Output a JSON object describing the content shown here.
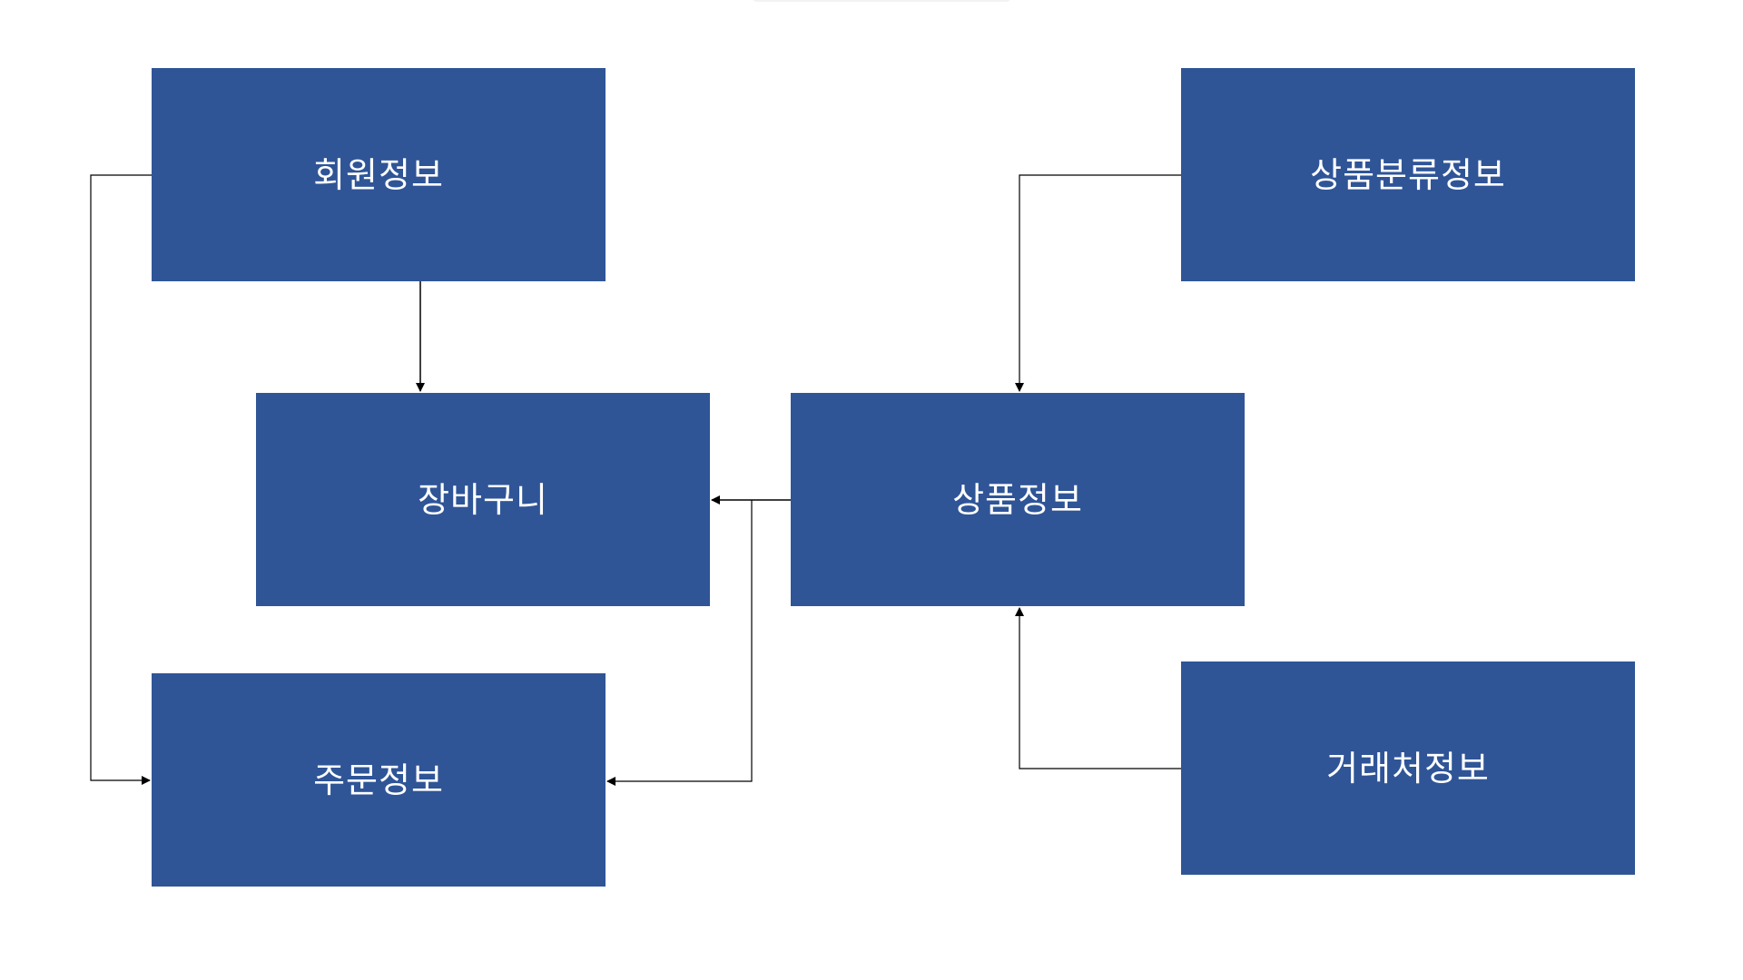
{
  "diagram": {
    "entities": {
      "member": {
        "label": "회원정보"
      },
      "cart": {
        "label": "장바구니"
      },
      "order": {
        "label": "주문정보"
      },
      "product": {
        "label": "상품정보"
      },
      "category": {
        "label": "상품분류정보"
      },
      "supplier": {
        "label": "거래처정보"
      }
    },
    "relations": [
      {
        "from": "회원정보",
        "to": "장바구니"
      },
      {
        "from": "회원정보",
        "to": "주문정보"
      },
      {
        "from": "상품정보",
        "to": "장바구니"
      },
      {
        "from": "상품정보",
        "to": "주문정보"
      },
      {
        "from": "상품분류정보",
        "to": "상품정보"
      },
      {
        "from": "거래처정보",
        "to": "상품정보"
      }
    ],
    "colors": {
      "box_fill": "#2f5597",
      "box_text": "#ffffff",
      "connector": "#000000",
      "background": "#ffffff"
    }
  }
}
